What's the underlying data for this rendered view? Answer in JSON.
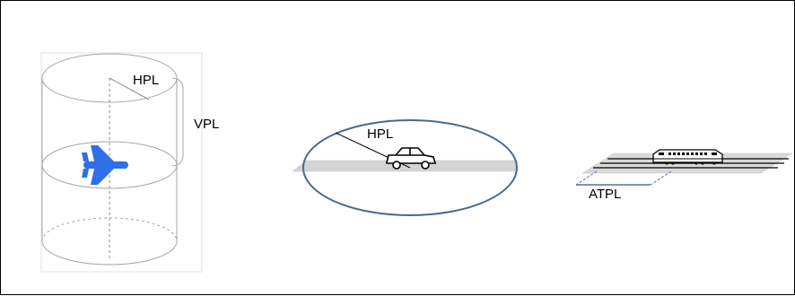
{
  "panels": {
    "aviation": {
      "hpl_label": "HPL",
      "vpl_label": "VPL",
      "icon": "airplane-icon"
    },
    "road": {
      "hpl_label": "HPL",
      "icon": "car-icon"
    },
    "rail": {
      "atpl_label": "ATPL",
      "icon": "train-icon"
    }
  },
  "colors": {
    "airplane": "#2f6fe8",
    "ellipse_border": "#4a6a8a",
    "ground_plane": "#d4d4d4",
    "atpl_bracket": "#4a72b0",
    "cylinder_line": "#a6a6a6"
  }
}
